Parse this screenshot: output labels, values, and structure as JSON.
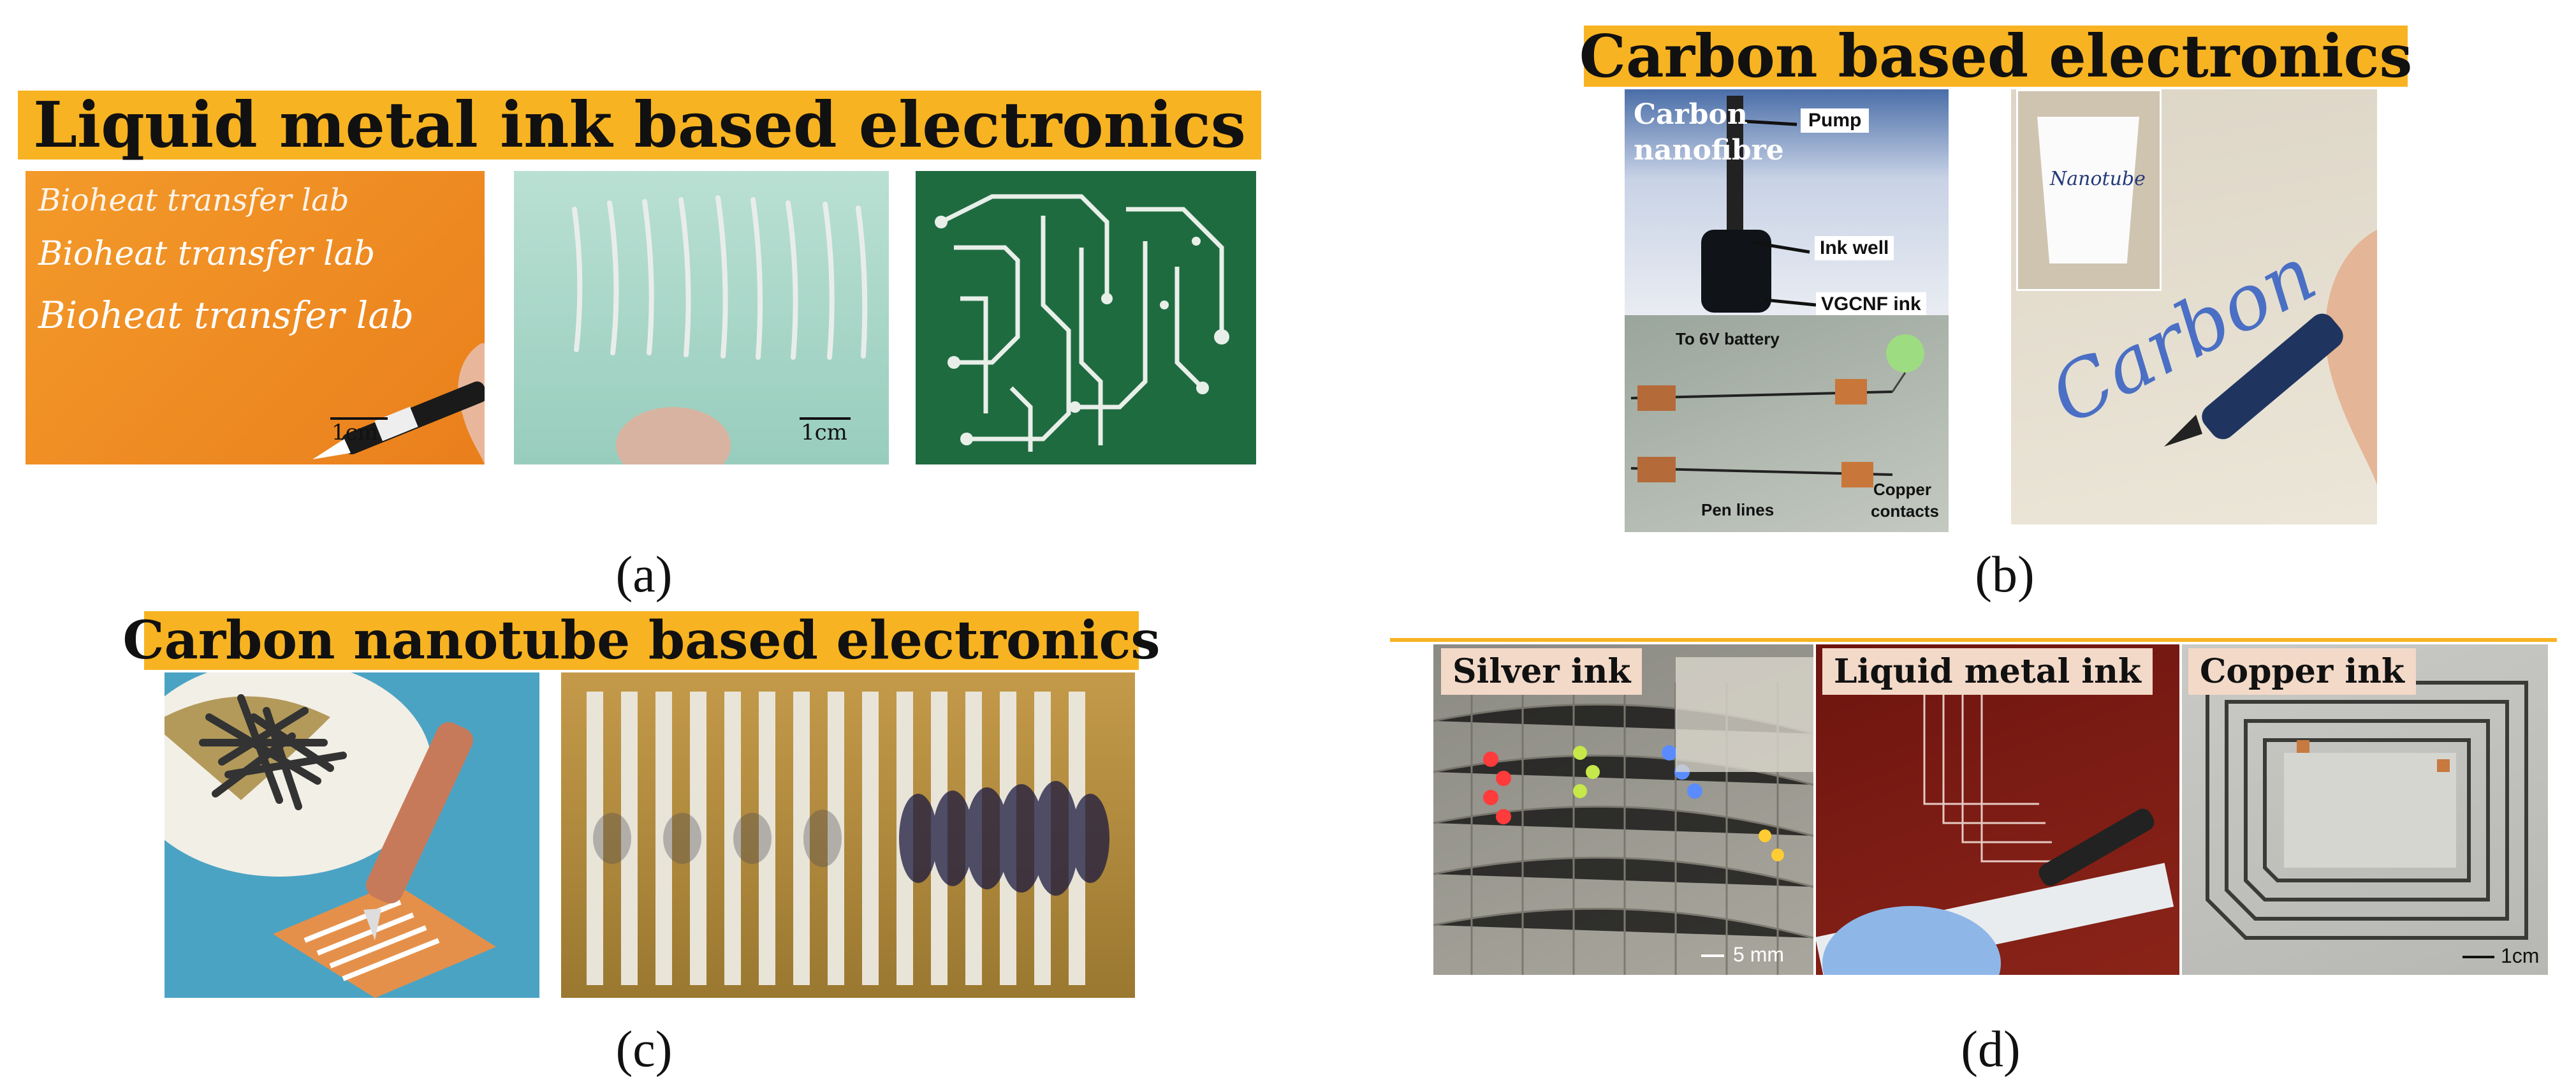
{
  "panel_a": {
    "banner": "Liquid metal ink based electronics",
    "caption_open": "(",
    "caption_letter": "a",
    "caption_close": ")",
    "photo1_lines": [
      "Bioheat transfer lab",
      "Bioheat transfer lab",
      "Bioheat transfer lab"
    ],
    "photo1_scale": "1cm",
    "photo2_scale": "1cm"
  },
  "panel_b": {
    "banner": "Carbon based electronics",
    "caption_open": "(",
    "caption_letter": "b",
    "caption_close": ")",
    "label_carbon": "Carbon",
    "label_nanofibre": "nanofibre",
    "label_pump": "Pump",
    "label_inkwell": "Ink well",
    "label_vgcnf": "VGCNF ink",
    "label_battery": "To 6V battery",
    "label_penlines": "Pen lines",
    "label_copper1": "Copper",
    "label_copper2": "contacts",
    "cup_text": "Nanotube",
    "written_text": "Carbon"
  },
  "panel_c": {
    "banner": "Carbon nanotube based electronics",
    "caption_open": "(",
    "caption_letter": "c",
    "caption_close": ")"
  },
  "panel_d": {
    "caption_open": "(",
    "caption_letter": "d",
    "caption_close": ")",
    "tag_silver": "Silver ink",
    "tag_liquid": "Liquid metal ink",
    "tag_copper": "Copper ink",
    "scale_silver": "5 mm",
    "scale_copper": "1cm"
  },
  "colors": {
    "banner": "#f7b321",
    "orange_paper": "#f08a22",
    "green_board": "#1f6b40",
    "mint_film": "#a9d6c8",
    "dark_red_board": "#7a1a14"
  }
}
